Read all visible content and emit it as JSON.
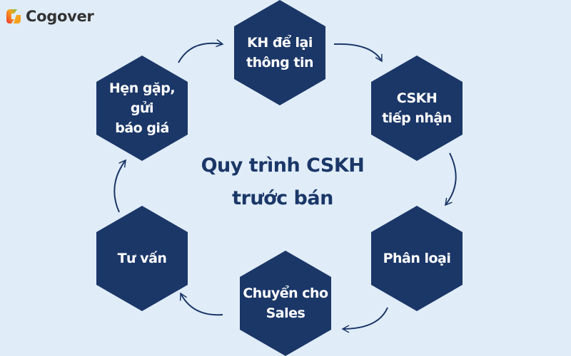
{
  "brand": {
    "name": "Cogover",
    "logo_colors": [
      "#f0352f",
      "#f7a21b",
      "#7cc243"
    ]
  },
  "title": "Quy trình CSKH\ntrước bán",
  "colors": {
    "background": "#e0edf9",
    "hexagon": "#1b3768",
    "text": "#ffffff"
  },
  "steps": [
    {
      "label": "KH để lại\nthông tin"
    },
    {
      "label": "CSKH\ntiếp nhận"
    },
    {
      "label": "Phân loại"
    },
    {
      "label": "Chuyển cho\nSales"
    },
    {
      "label": "Tư vấn"
    },
    {
      "label": "Hẹn gặp, gửi\nbáo giá"
    }
  ]
}
